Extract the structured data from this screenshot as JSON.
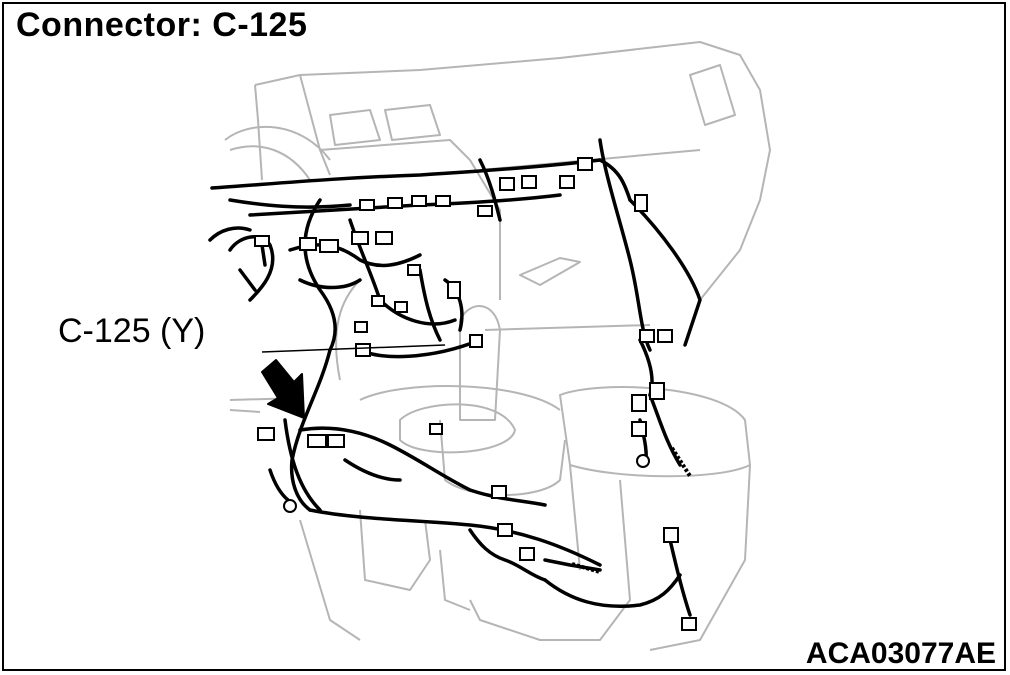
{
  "title": "Connector: C-125",
  "callout_label": "C-125 (Y)",
  "figure_id": "ACA03077AE",
  "colors": {
    "line": "#000000",
    "outline": "#b5b5b5",
    "background": "#ffffff"
  }
}
